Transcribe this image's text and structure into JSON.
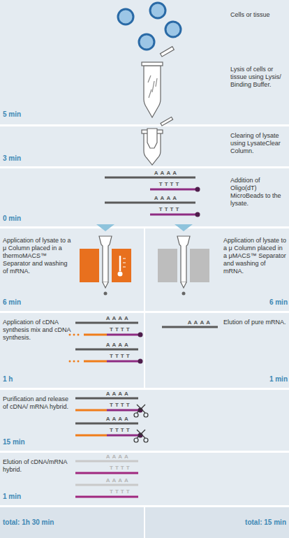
{
  "diagram": {
    "nodes": [
      {
        "text": [
          "Cells or tissue",
          "Lysis of cells or tissue using Lysis/ Binding Buffer.",
          "5 min"
        ]
      },
      {
        "text": [
          "Clearing of lysate using LysateClear Column.",
          "3 min"
        ]
      },
      {
        "text": [
          "Addition of Oligo(dT) MicroBeads to the lysate.",
          "0 min"
        ]
      },
      {
        "text": [
          "Application of lysate to a μ Column placed in a thermoMACS™ Separator and washing of mRNA.",
          "6 min"
        ]
      },
      {
        "text": [
          "Application of lysate to a μ Column placed in a μMACS™ Separator and washing of mRNA.",
          "6 min"
        ]
      },
      {
        "text": [
          "Application of cDNA synthesis mix and cDNA synthesis.",
          "1 h"
        ]
      },
      {
        "text": [
          "Elution of pure mRNA.",
          "1 min"
        ]
      },
      {
        "text": [
          "Purification and release of cDNA/ mRNA hybrid.",
          "15 min"
        ]
      },
      {
        "text": [
          "Elution of cDNA/mRNA hybrid.",
          "1 min"
        ]
      },
      {
        "text": [
          "total: 1h 30 min"
        ]
      },
      {
        "text": [
          "total: 15 min"
        ]
      }
    ],
    "labels": [
      "AAAA",
      "TTTT",
      "AAAA",
      "TTTT",
      "AAAA",
      "TTTT",
      "AAAA",
      "TTTT",
      "AAAA",
      "AAAA",
      "TTTT",
      "AAAA",
      "TTTT",
      "AAAA",
      "TTTT",
      "AAAA",
      "TTTT"
    ]
  }
}
